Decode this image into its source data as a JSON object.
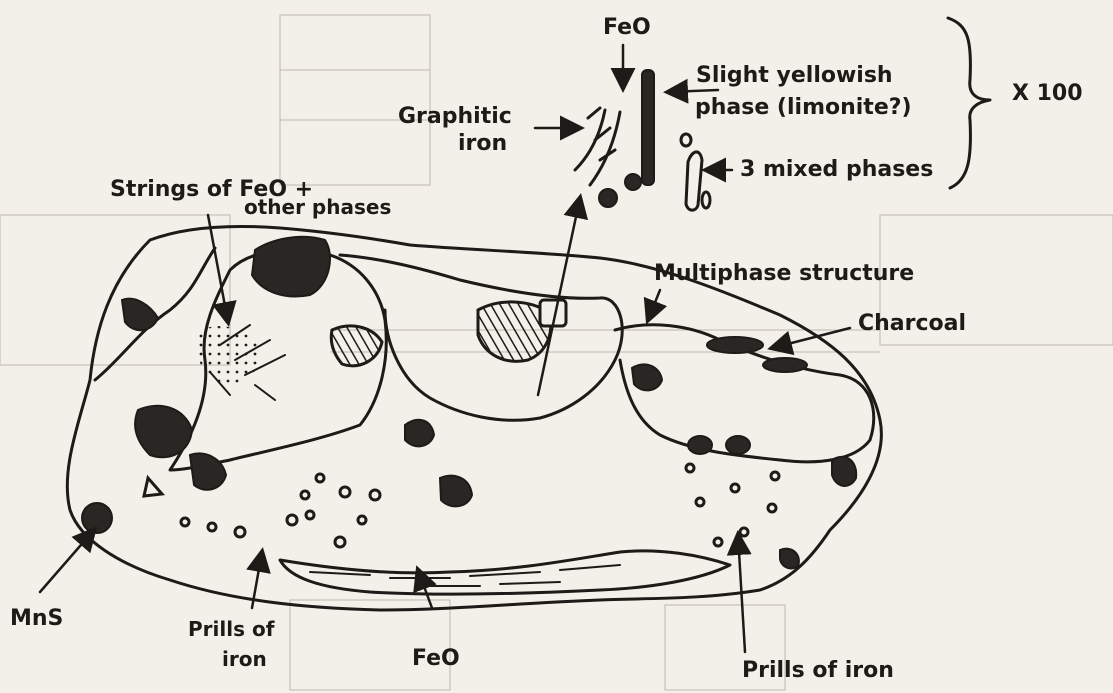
{
  "labels": {
    "feo_top": "FeO",
    "graphitic_line1": "Graphitic",
    "graphitic_line2": "iron",
    "yellowish_line1": "Slight yellowish",
    "yellowish_line2": "phase (limonite?)",
    "mixed": "3 mixed phases",
    "magnification": "X 100",
    "strings_line1": "Strings of FeO +",
    "strings_line2": "other phases",
    "multiphase": "Multiphase structure",
    "charcoal": "Charcoal",
    "mns": "MnS",
    "prills_line1": "Prills of",
    "prills_line2": "iron",
    "feo_bottom": "FeO",
    "prills_right": "Prills of iron"
  }
}
